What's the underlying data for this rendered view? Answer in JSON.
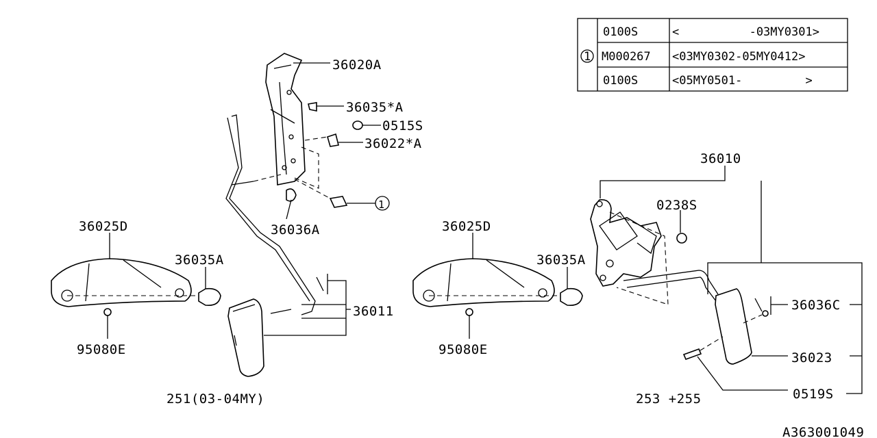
{
  "table": {
    "ref_symbol": "①",
    "rows": [
      {
        "part": "0100S",
        "range": "<          -03MY0301>"
      },
      {
        "part": "M000267",
        "range": "<03MY0302-05MY0412>"
      },
      {
        "part": "0100S",
        "range": "<05MY0501-         >"
      }
    ]
  },
  "left_assembly": {
    "labels": {
      "bracket": "36020A",
      "stopper_a": "36035*A",
      "nut": "0515S",
      "bolt": "36022*A",
      "ref_circle": "①",
      "spring": "36036A",
      "pad_cover": "36025D",
      "stopper": "36035A",
      "pedal": "36011",
      "screw": "95080E",
      "caption": "251(03-04MY)"
    }
  },
  "right_assembly": {
    "labels": {
      "pad_cover": "36025D",
      "stopper": "36035A",
      "screw": "95080E",
      "pedal_assy": "36010",
      "nut": "0238S",
      "spring": "36036C",
      "pad": "36023",
      "pin": "0519S",
      "caption": "253 +255"
    }
  },
  "diagram_id": "A363001049"
}
